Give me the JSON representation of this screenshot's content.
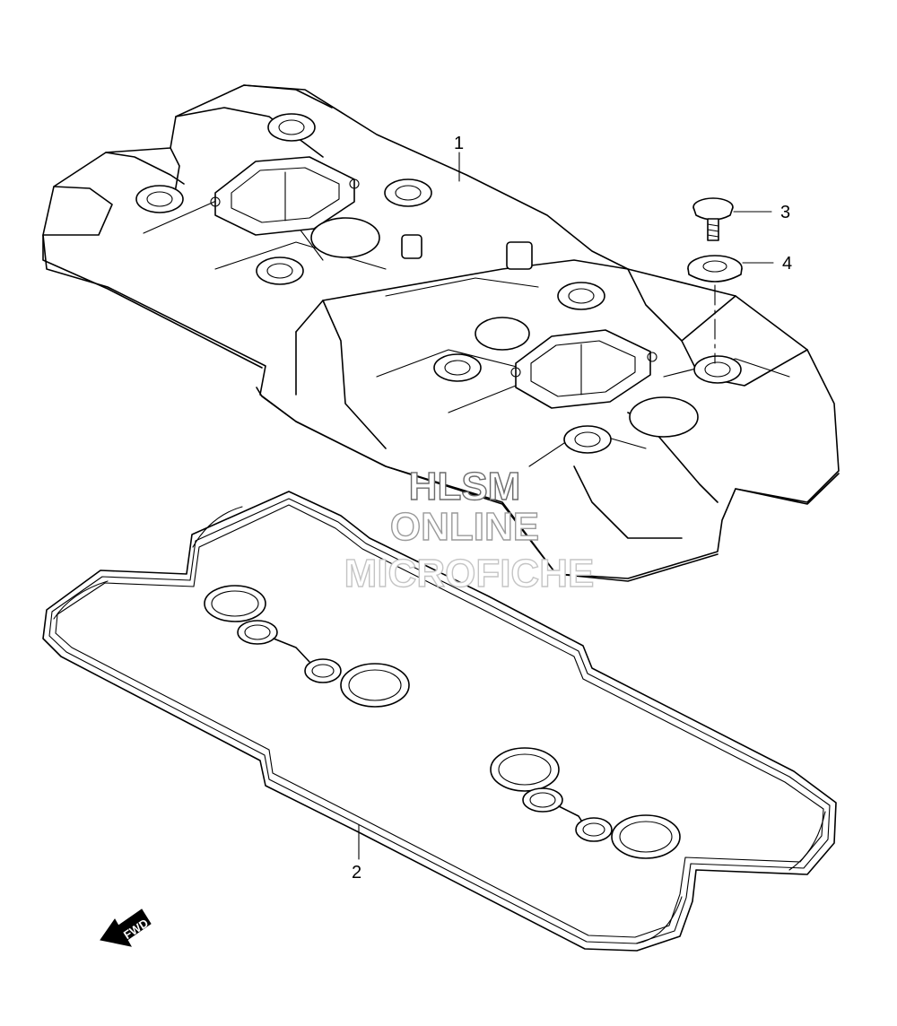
{
  "diagram": {
    "callouts": [
      {
        "id": "1",
        "label": "1"
      },
      {
        "id": "2",
        "label": "2"
      },
      {
        "id": "3",
        "label": "3"
      },
      {
        "id": "4",
        "label": "4"
      }
    ],
    "direction_arrow": {
      "label": "FWD"
    },
    "watermark": {
      "line1": "HLSM",
      "line2": "ONLINE",
      "line3": "MICROFICHE"
    }
  }
}
